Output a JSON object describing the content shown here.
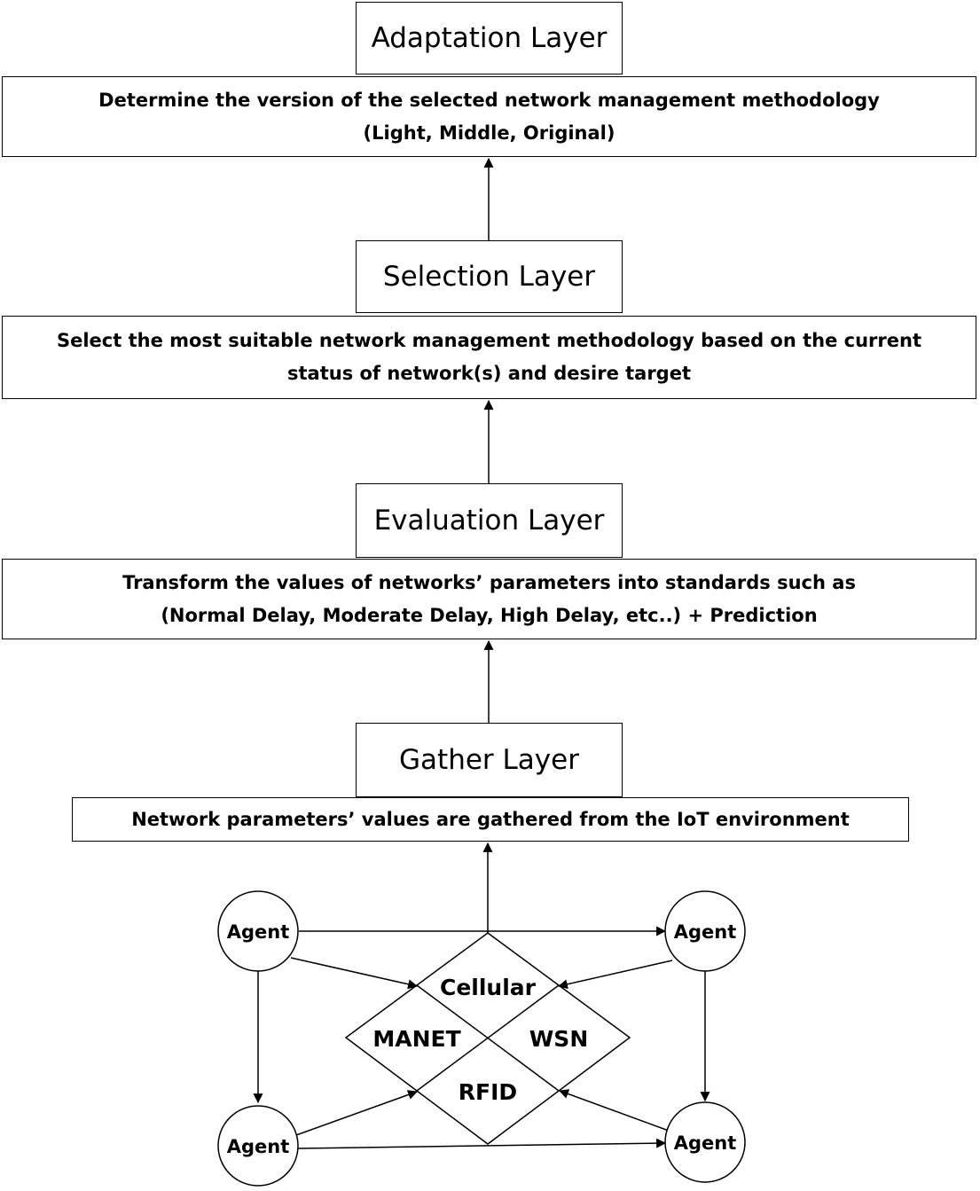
{
  "layers": {
    "adaptation": {
      "title": "Adaptation Layer",
      "desc_line1": "Determine the version of the selected network management methodology",
      "desc_line2": "(Light, Middle, Original)"
    },
    "selection": {
      "title": "Selection Layer",
      "desc_line1": "Select the most suitable network management methodology based on the current",
      "desc_line2": "status of network(s) and desire target"
    },
    "evaluation": {
      "title": "Evaluation Layer",
      "desc_line1": "Transform the values of networks’ parameters into standards such as",
      "desc_line2": "(Normal Delay, Moderate Delay, High Delay, etc..) + Prediction"
    },
    "gather": {
      "title": "Gather Layer",
      "desc_line1": "Network parameters’ values are gathered from the IoT environment"
    }
  },
  "networks": {
    "top": "Cellular",
    "left": "MANET",
    "right": "WSN",
    "bottom": "RFID"
  },
  "agents": {
    "top_left": "Agent",
    "top_right": "Agent",
    "bottom_left": "Agent",
    "bottom_right": "Agent"
  }
}
